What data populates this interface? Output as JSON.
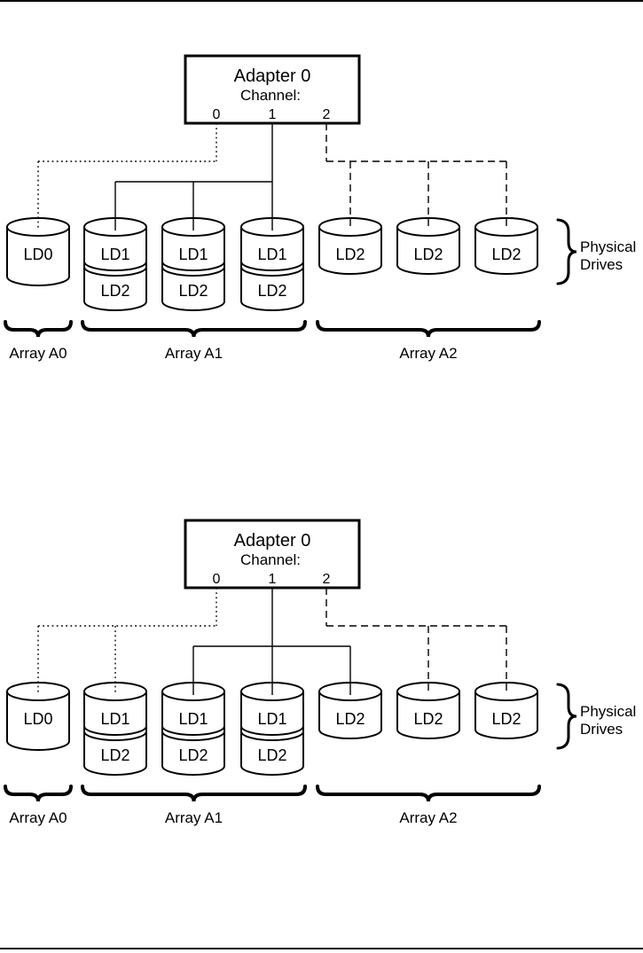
{
  "diagrams": [
    {
      "name": "top",
      "adapter": {
        "title": "Adapter 0",
        "subtitle": "Channel:",
        "channels": [
          "0",
          "1",
          "2"
        ]
      },
      "drives": [
        {
          "labels": [
            "LD0"
          ],
          "size": "single-large"
        },
        {
          "labels": [
            "LD1",
            "LD2"
          ],
          "size": "stacked"
        },
        {
          "labels": [
            "LD1",
            "LD2"
          ],
          "size": "stacked"
        },
        {
          "labels": [
            "LD1",
            "LD2"
          ],
          "size": "stacked"
        },
        {
          "labels": [
            "LD2"
          ],
          "size": "single-small"
        },
        {
          "labels": [
            "LD2"
          ],
          "size": "single-small"
        },
        {
          "labels": [
            "LD2"
          ],
          "size": "single-small"
        }
      ],
      "connections": [
        {
          "channel": "0",
          "line_style": "dotted",
          "drive_indexes": [
            0
          ]
        },
        {
          "channel": "1",
          "line_style": "solid",
          "drive_indexes": [
            1,
            2,
            3
          ]
        },
        {
          "channel": "2",
          "line_style": "dashed",
          "drive_indexes": [
            4,
            5,
            6
          ]
        }
      ],
      "array_groups": [
        {
          "label": "Array A0",
          "first_drive": 0,
          "last_drive": 0
        },
        {
          "label": "Array A1",
          "first_drive": 1,
          "last_drive": 3
        },
        {
          "label": "Array A2",
          "first_drive": 4,
          "last_drive": 6
        }
      ],
      "side_label_lines": [
        "Physical",
        "Drives"
      ]
    },
    {
      "name": "bottom",
      "adapter": {
        "title": "Adapter 0",
        "subtitle": "Channel:",
        "channels": [
          "0",
          "1",
          "2"
        ]
      },
      "drives": [
        {
          "labels": [
            "LD0"
          ],
          "size": "single-large"
        },
        {
          "labels": [
            "LD1",
            "LD2"
          ],
          "size": "stacked"
        },
        {
          "labels": [
            "LD1",
            "LD2"
          ],
          "size": "stacked"
        },
        {
          "labels": [
            "LD1",
            "LD2"
          ],
          "size": "stacked"
        },
        {
          "labels": [
            "LD2"
          ],
          "size": "single-small"
        },
        {
          "labels": [
            "LD2"
          ],
          "size": "single-small"
        },
        {
          "labels": [
            "LD2"
          ],
          "size": "single-small"
        }
      ],
      "connections": [
        {
          "channel": "0",
          "line_style": "dotted",
          "drive_indexes": [
            0,
            1
          ]
        },
        {
          "channel": "1",
          "line_style": "solid",
          "drive_indexes": [
            2,
            3,
            4
          ]
        },
        {
          "channel": "2",
          "line_style": "dashed",
          "drive_indexes": [
            5,
            6
          ]
        }
      ],
      "array_groups": [
        {
          "label": "Array A0",
          "first_drive": 0,
          "last_drive": 0
        },
        {
          "label": "Array A1",
          "first_drive": 1,
          "last_drive": 3
        },
        {
          "label": "Array A2",
          "first_drive": 4,
          "last_drive": 6
        }
      ],
      "side_label_lines": [
        "Physical",
        "Drives"
      ]
    }
  ]
}
